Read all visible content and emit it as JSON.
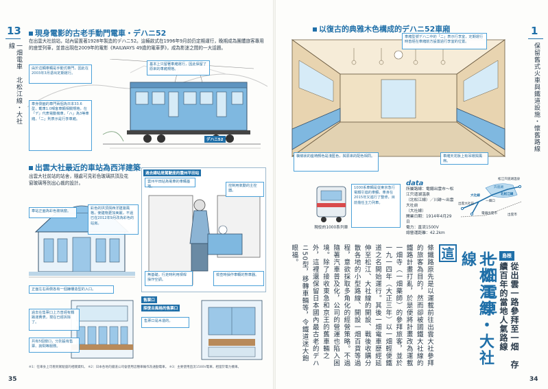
{
  "left_page": {
    "page_number_top": "13",
    "vertical_label": "一畑電車　北松江線・大社線",
    "section1": {
      "title": "現身電影的古老手動門電車・デハニ52",
      "body": "在出雲大社前站，站內留置著1928年製造的デハニ52。這輛款式在1996年9月前仍定期運行，晚期成為團體旅客專用的座堂列車，並曾出現在2009年的電影《RAILWAYS 49歲的電車夢》，成為影迷之間的一大話題。",
      "callouts": [
        "由於這輛車輛是手動式車門，因此在2003年3月退出定期運行。",
        "車身側面的車門兩個為日本33.6型，載車1.0噸客車輛相關規格，在「デ」代表電動機車，「ハ」為3等車廂，「ニ」則表示是行李車廂。",
        "基本上只留著車廂運行，因此保留了原來的車廂規格。",
        "デハニ52"
      ]
    },
    "section2": {
      "title": "出雲大社最近的車站為西洋建築",
      "body": "出雲大社前站的站舍，隨處可見彩色玻璃拱頂及花窗玻璃等別出心裁的設計。",
      "callouts": [
        "車站正面為彩色玻璃窗。",
        "彩色的拱頂與西洋建築風格，使建物更加美麗，不過已在2012年9月改為彩色的站房。",
        "正面左右兩側各有一個鐘樓造型的入口。",
        "過去在售票口上方曾經有鐵路運費表，現在已經拆除了。",
        "共有5個窗口，分別設有售票、詢問等服務。"
      ],
      "inset1": {
        "header": "過去總站是駕駛座的雲州平田站",
        "callouts": [
          "雲州平田站為電車的車輛基地。",
          "控制用氣動的主控器。",
          "無基礎，行走時利用槓桿操作空調。",
          "檢查時操作車輛的煞車器。"
        ]
      },
      "inset2": {
        "header": "售票口",
        "subheader": "採復古風格的售票口",
        "callouts": [
          "售票口是木造的。"
        ]
      }
    },
    "footnotes": [
      "※1：在車身上可看到駕駛座的相關資料。",
      "※2：日本各地的鐵道公司會使用這種車輛作為通勤電車。",
      "※3：主要使用直流1500V電車，相當於電力機車。"
    ],
    "page_number_bottom": "35"
  },
  "right_page": {
    "page_number_top": "1",
    "vertical_label": "保留舊式火車與鐵道設施・懷舊路線",
    "section3": {
      "title": "以復古的典雅木色構成的デハニ52車廂",
      "callouts": [
        "車廂型號デハニ中的「ニ」表示行李室，定期運行時曾經在車廂前方設置過行李室的位置。",
        "橫條狀的座椅顏色是淺藍色，與原來的配色相同。",
        "車廂天花板上有吊環與風扇。"
      ]
    },
    "sidebar_text": "1000系車輛是從東京急行電鐵引進的車輛，車身在2015年又進行了整修，目前擔任主力列車。",
    "sidebar_caption": "現役的1000系列車",
    "data_box": {
      "label": "data",
      "lines": [
        "所屬路線：電鐵出雲市～松江宍道湖溫泉",
        "（北松江線）／川跡～出雲大社前",
        "（大社線）",
        "開業日期：1914年4月29日",
        "電力：直流1500V",
        "總營運距離：42.2km"
      ]
    },
    "map_labels": [
      "宍道湖",
      "電鐵出雲市",
      "出雲大社前",
      "松江宍道湖溫泉",
      "一畑口",
      "大社線",
      "北松江線",
      "出雲市"
    ],
    "region_badge": "島根",
    "headline": "從出雲一路參拜至一畑　存續百年的當地人氣路線",
    "big_title_1": "一畑電車",
    "big_title_2": "北松江線・大社線",
    "drop_cap": "這",
    "body_vertical": "條鐵路原先是以運載前往出雲大社參拜的旅客為目的，然而卻被國鐵大社線的鐵路計畫打亂，於是便將計畫改為運載一畑寺（一畑藥師）的參拜旅客，並於一九一四年（大正三年）以一畑輕便鐵道之名開始運行。其後一畑電車歷經延伸至松江、大社線的開設、戰後收購分散各地的小型路線、開設一畑百貨等過程，意欲採取多角化的經營策略。不過隨著汽車普及化，公司的營運也陷入困境。除了接收東急和京王的舊車輛之外，這裡還保留日本國內最古老的デハニ50型，移轉車輛等，令鐵道迷大飽眼福。",
    "page_number_bottom": "34"
  },
  "colors": {
    "accent": "#1f6fa8",
    "callout_border": "#4aa0d8",
    "train_blue": "#7fb8e0"
  }
}
